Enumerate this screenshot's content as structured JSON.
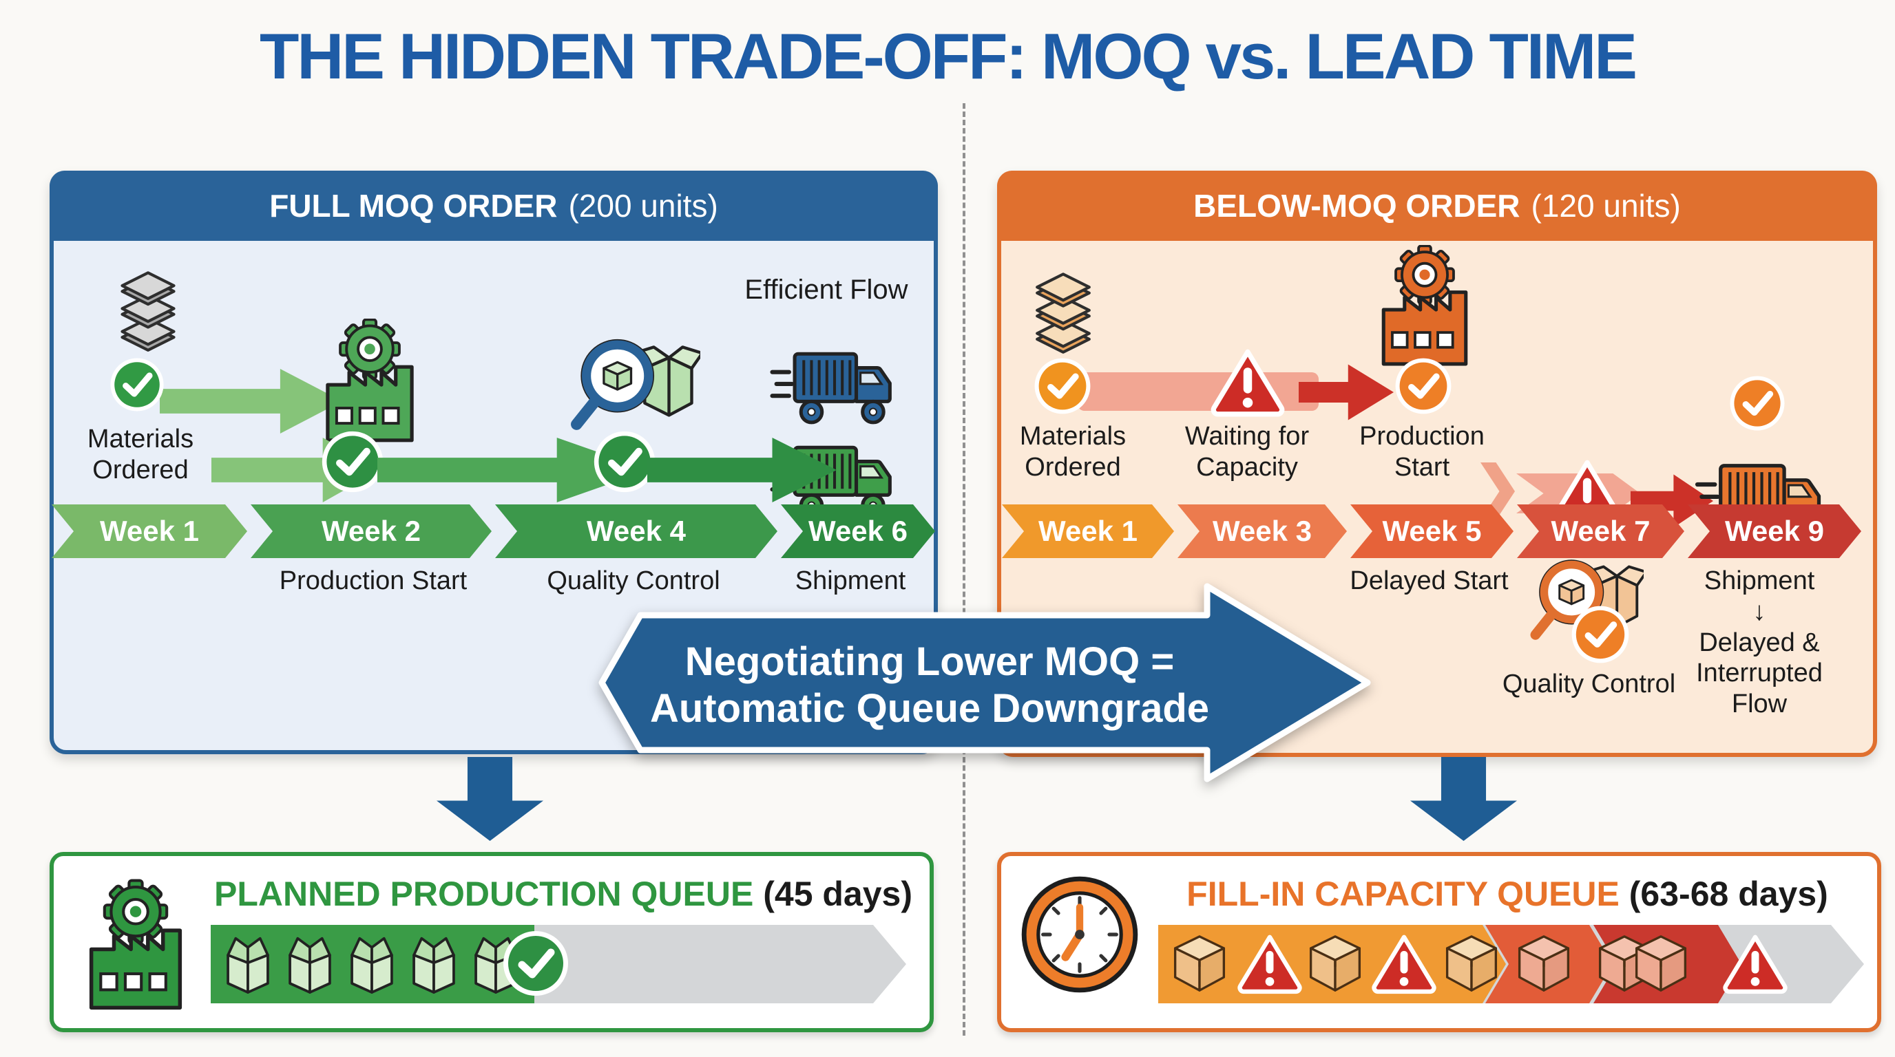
{
  "title": "THE HIDDEN TRADE-OFF: MOQ vs. LEAD TIME",
  "left_panel": {
    "header_title": "FULL MOQ ORDER",
    "header_units": "(200 units)",
    "efficient_flow": "Efficient Flow",
    "materials_label": "Materials Ordered",
    "weeks": [
      {
        "label": "Week 1",
        "sub": "",
        "color": "#7ab969"
      },
      {
        "label": "Week 2",
        "sub": "Production Start",
        "color": "#4aa152"
      },
      {
        "label": "Week 4",
        "sub": "Quality Control",
        "color": "#3c984b"
      },
      {
        "label": "Week 6",
        "sub": "Shipment",
        "color": "#2c8a40"
      }
    ]
  },
  "right_panel": {
    "header_title": "BELOW-MOQ ORDER",
    "header_units": "(120 units)",
    "materials_label": "Materials Ordered",
    "waiting_label": "Waiting for Capacity",
    "production_label": "Production Start",
    "weeks": [
      {
        "label": "Week 1",
        "sub": "",
        "color": "#f0992b"
      },
      {
        "label": "Week 3",
        "sub": "",
        "color": "#ec7b4e"
      },
      {
        "label": "Week 5",
        "sub": "Delayed Start",
        "color": "#e66239"
      },
      {
        "label": "Week 7",
        "sub": "Quality Control",
        "color": "#d8523c"
      },
      {
        "label": "Week 9",
        "sub_top": "Shipment",
        "sub_arrow": "↓",
        "sub_flow": "Delayed & Interrupted Flow",
        "color": "#c63a31"
      }
    ]
  },
  "center_arrow": {
    "line1": "Negotiating Lower MOQ =",
    "line2": "Automatic Queue Downgrade"
  },
  "bottom_left": {
    "title": "PLANNED PRODUCTION QUEUE",
    "days": " (45 days)"
  },
  "bottom_right": {
    "title": "FILL-IN CAPACITY QUEUE",
    "days": " (63-68 days)"
  },
  "icons": {
    "left": [
      "materials-stack-icon",
      "check-icon",
      "factory-icon",
      "quality-inspection-icon",
      "truck-icon"
    ],
    "right": [
      "materials-stack-icon",
      "check-icon",
      "warning-icon",
      "factory-icon",
      "truck-icon",
      "quality-inspection-icon"
    ],
    "bottom_left": [
      "factory-icon",
      "open-box-icon",
      "check-icon"
    ],
    "bottom_right": [
      "clock-icon",
      "box-icon",
      "warning-icon"
    ]
  },
  "colors": {
    "title_blue": "#1e5ca6",
    "panel_blue": "#2a6399",
    "panel_blue_bg": "#e9eff8",
    "panel_orange": "#e0702f",
    "panel_orange_bg": "#fcead9",
    "flow_green_light": "#86c479",
    "flow_green_mid": "#4ea757",
    "flow_green_dark": "#2f8f44",
    "check_green": "#319a44",
    "check_orange": "#ee7f26",
    "warning_red": "#cd2c26",
    "red_arrow": "#cc3128",
    "salmon_band": "#f2a693",
    "center_arrow_blue": "#245e92",
    "down_arrow_blue": "#1f5d94",
    "queue_green": "#3a9c47",
    "queue_gray": "#d4d6d8",
    "queue_orange": "#f09a33",
    "queue_red_orange": "#e25c38",
    "queue_dark_red": "#c9392f"
  }
}
